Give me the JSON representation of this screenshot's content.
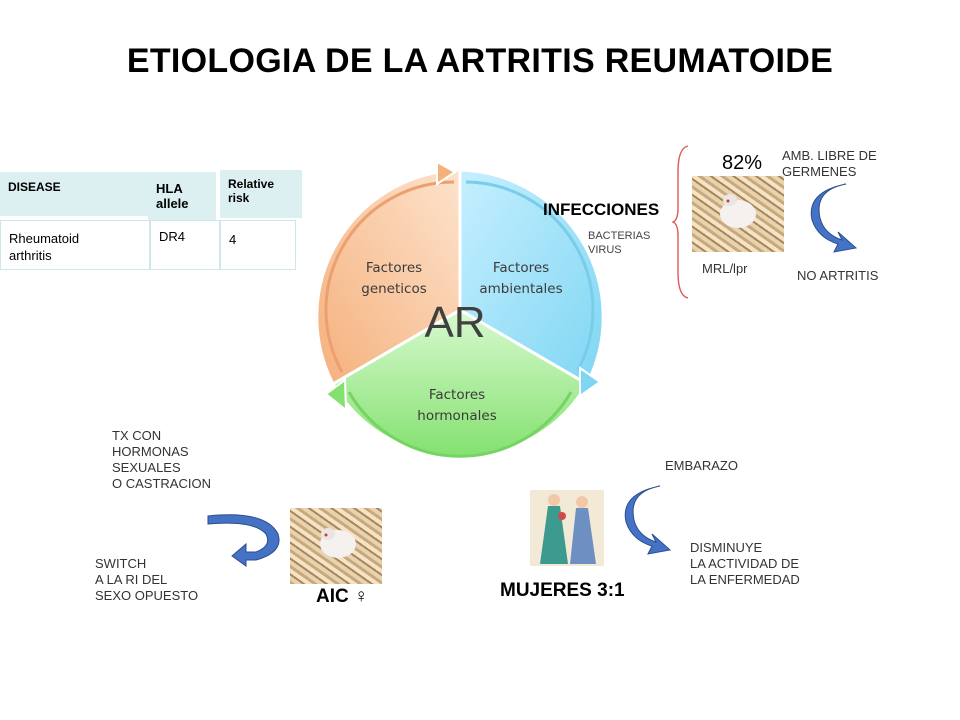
{
  "title": "ETIOLOGIA DE LA ARTRITIS REUMATOIDE",
  "table": {
    "headers": [
      "DISEASE",
      "HLA\n allele",
      "Relative\nrisk"
    ],
    "row": [
      "Rheumatoid\narthritis",
      "DR4",
      "4"
    ]
  },
  "cycle": {
    "center": "AR",
    "segments": [
      {
        "label": "Factores\nambientales",
        "color": "#8fdcf5"
      },
      {
        "label": "Factores\nhormonales",
        "color": "#8eea7c"
      },
      {
        "label": "Factores\ngeneticos",
        "color": "#f8b583"
      }
    ]
  },
  "infections": {
    "title": "INFECCIONES",
    "items": "BACTERIAS\nVIRUS",
    "percent": "82%",
    "germ_free": "AMB. LIBRE DE\nGERMENES",
    "no_arthritis": "NO ARTRITIS",
    "mouse_label": "MRL/lpr"
  },
  "hormones": {
    "tx": "TX CON\nHORMONAS\nSEXUALES\nO CASTRACION",
    "switch": "SWITCH\nA LA  RI DEL\nSEXO OPUESTO",
    "aic": "AIC ♀"
  },
  "women": {
    "ratio": "MUJERES 3:1",
    "pregnancy": "EMBARAZO",
    "decrease": "DISMINUYE\nLA ACTIVIDAD DE\nLA ENFERMEDAD"
  },
  "colors": {
    "curved_arrow": "#4472c4",
    "brace": "#e0565b"
  }
}
